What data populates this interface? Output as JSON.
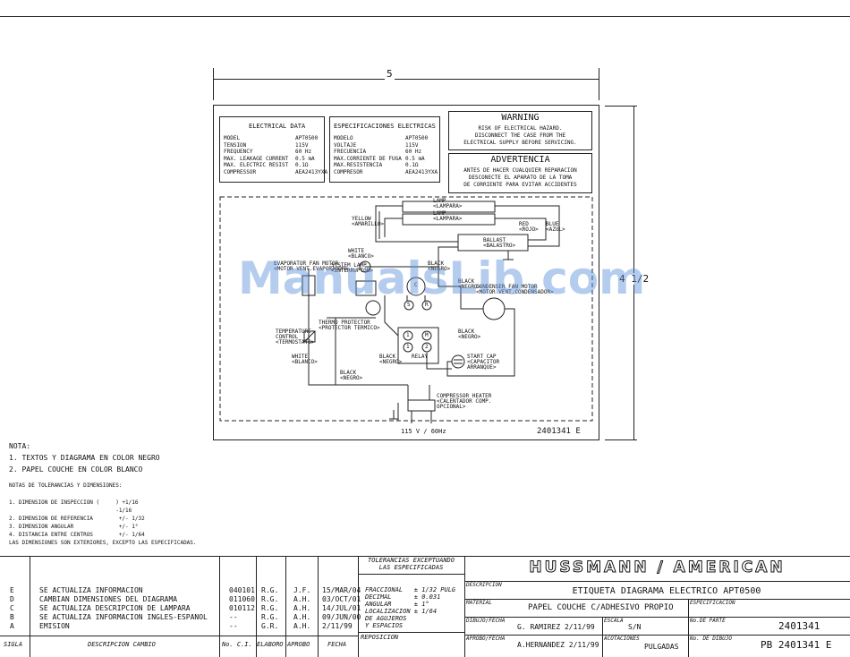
{
  "drawing": {
    "width_dim": "5",
    "height_dim": "4 1/2",
    "part_ref": "2401341 E",
    "supply": "115 V / 60Hz"
  },
  "elec_en": {
    "title": "ELECTRICAL DATA",
    "rows": [
      {
        "k": "MODEL",
        "v": "APT0500"
      },
      {
        "k": "TENSION",
        "v": "115V"
      },
      {
        "k": "FREQUENCY",
        "v": "60 Hz"
      },
      {
        "k": "MAX. LEAKAGE CURRENT",
        "v": "0.5 mA"
      },
      {
        "k": "MAX. ELECTRIC RESIST",
        "v": "0.1Ω"
      },
      {
        "k": "COMPRESSOR",
        "v": "AEA2413YXA"
      }
    ]
  },
  "elec_es": {
    "title": "ESPECIFICACIONES ELECTRICAS",
    "rows": [
      {
        "k": "MODELO",
        "v": "APT0500"
      },
      {
        "k": "VOLTAJE",
        "v": "115V"
      },
      {
        "k": "FRECUENCIA",
        "v": "60 Hz"
      },
      {
        "k": "MAX.CORRIENTE DE FUGA",
        "v": "0.5 mA"
      },
      {
        "k": "MAX.RESISTENCIA",
        "v": "0.1Ω"
      },
      {
        "k": "COMPRESOR",
        "v": "AEA2413YXA"
      }
    ]
  },
  "warning": {
    "title": "WARNING",
    "lines": [
      "RISK OF ELECTRICAL HAZARD.",
      "DISCONNECT THE CASE FROM THE",
      "ELECTRICAL SUPPLY BEFORE SERVICING."
    ]
  },
  "advertencia": {
    "title": "ADVERTENCIA",
    "lines": [
      "ANTES DE HACER CUALQUIER REPARACION",
      "DESCONECTE EL APARATO DE LA TOMA",
      "DE CORRIENTE PARA EVITAR ACCIDENTES"
    ]
  },
  "schematic": {
    "lamp1": "LAMP\n<LAMPARA>",
    "lamp2": "LAMP\n<LAMPARA>",
    "ballast": "BALLAST\n<BALASTRO>",
    "yellow": "YELLOW\n<AMARILLO>",
    "blue": "BLUE\n<AZUL>",
    "red": "RED\n<ROJO>",
    "white_top": "WHITE\n<BLANCO>",
    "evap_fan": "EVAPORATOR FAN MOTOR\n<MOTOR VENT.EVAPORADOR>",
    "system_lamp": "SYSTEM LAMP\n<INTERRUPTOR>",
    "thermo": "THERMO PROTECTOR\n<PROTECTOR TERMICO>",
    "temp_control": "TEMPERATURE\nCONTROL\n<TERMOSTATO>",
    "cond_fan": "CONDENSER FAN MOTOR\n<MOTOR VENT.CONDENSADOR>",
    "relay": "RELAY",
    "start_cap": "START CAP\n<CAPACITOR\nARRANQUE>",
    "black_labels": [
      "BLACK\n<NEGRO>",
      "BLACK\n<NEGRO>",
      "BLACK\n<NEGRO>",
      "BLACK\n<NEGRO>",
      "BLACK\n<NEGRO>"
    ],
    "white_bottom": "WHITE\n<BLANCO>",
    "comp_heater": "COMPRESSOR HEATER\n<CALENTADOR COMP.\nOPCIONAL>",
    "pin_s": "S",
    "pin_r": "R",
    "pin_c": "C",
    "relay_pins": [
      "1",
      "M",
      "1",
      "2"
    ]
  },
  "watermark": "ManualsLib.com",
  "notes": {
    "title": "NOTA:",
    "items": [
      "1. TEXTOS Y DIAGRAMA EN COLOR NEGRO",
      "2. PAPEL COUCHE EN COLOR BLANCO"
    ],
    "tol_title": "NOTAS DE TOLERANCIAS Y DIMENSIONES:",
    "tol_lines": [
      "1. DIMENSION DE INSPECCION (     ) +1/16",
      "                                 -1/16",
      "2. DIMENSION DE REFERENCIA        +/- 1/32",
      "3. DIMENSION ANGULAR              +/- 1°",
      "4. DISTANCIA ENTRE CENTROS        +/- 1/64",
      "LAS DIMENSIONES SON EXTERIORES, EXCEPTO LAS ESPECIFICADAS."
    ]
  },
  "revisions": {
    "rows": [
      {
        "sigla": "E",
        "desc": "SE ACTUALIZA INFORMACION",
        "no": "040101",
        "elab": "R.G.",
        "apr": "J.F.",
        "fecha": "15/MAR/04"
      },
      {
        "sigla": "D",
        "desc": "CAMBIAN DIMENSIONES DEL DIAGRAMA",
        "no": "011060",
        "elab": "R.G.",
        "apr": "A.H.",
        "fecha": "03/OCT/01"
      },
      {
        "sigla": "C",
        "desc": "SE ACTUALIZA DESCRIPCION DE LAMPARA",
        "no": "010112",
        "elab": "R.G.",
        "apr": "A.H.",
        "fecha": "14/JUL/01"
      },
      {
        "sigla": "B",
        "desc": "SE ACTUALIZA INFORMACION INGLES-ESPANOL",
        "no": "--",
        "elab": "R.G.",
        "apr": "A.H.",
        "fecha": "09/JUN/00"
      },
      {
        "sigla": "A",
        "desc": "EMISION",
        "no": "--",
        "elab": "G.R.",
        "apr": "A.H.",
        "fecha": "2/11/99"
      }
    ],
    "headers": {
      "sigla": "SIGLA",
      "desc": "DESCRIPCION CAMBIO",
      "no": "No. C.I.",
      "elab": "ELABORO",
      "apr": "APROBO",
      "fecha": "FECHA"
    }
  },
  "tolerances": {
    "title": "TOLERANCIAS EXCEPTUANDO\nLAS ESPECIFICADAS",
    "lines": [
      "FRACCIONAL   ± 1/32 PULG",
      "DECIMAL      ± 0.031",
      "ANGULAR      ± 1°",
      "LOCALIZACION ± 1/64",
      "DE AGUJEROS",
      "Y ESPACIOS"
    ],
    "reposicion": "REPOSICION"
  },
  "title_block": {
    "brand": "HUSSMANN / AMERICAN",
    "desc_label": "DESCRIPCION",
    "desc": "ETIQUETA DIAGRAMA ELECTRICO APT0500",
    "material_label": "MATERIAL",
    "material": "PAPEL COUCHE C/ADHESIVO PROPIO",
    "spec_label": "ESPECIFICACION",
    "dibujo_label": "DIBUJO/FECHA",
    "dibujo": "G. RAMIREZ 2/11/99",
    "escala_label": "ESCALA",
    "escala": "S/N",
    "parte_label": "No.DE PARTE",
    "parte": "2401341",
    "aprobo_label": "APROBO/FECHA",
    "aprobo": "A.HERNANDEZ 2/11/99",
    "acot_label": "ACOTACIONES",
    "acot": "PULGADAS",
    "dibujo_no_label": "No. DE DIBUJO",
    "dibujo_no": "PB 2401341 E"
  }
}
